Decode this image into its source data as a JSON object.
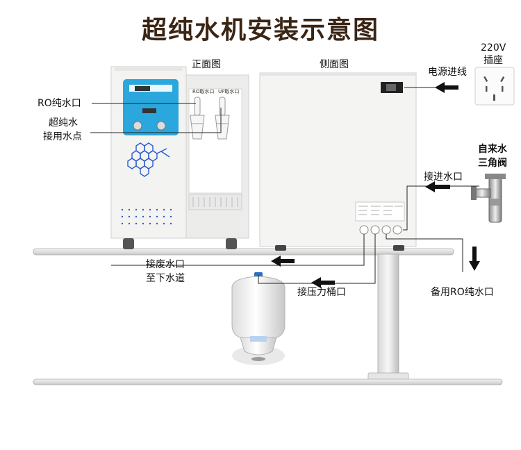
{
  "title": "超纯水机安装示意图",
  "views": {
    "front": "正面图",
    "side": "侧面图"
  },
  "front_panel": {
    "ro_outlet_small": "RO取水口",
    "up_outlet_small": "UP取水口"
  },
  "labels": {
    "ro_outlet": "RO纯水口",
    "ultrapure_line1": "超纯水",
    "ultrapure_line2": "接用水点",
    "socket_voltage": "220V",
    "socket_name": "插座",
    "power_inlet": "电源进线",
    "valve_line1": "自来水",
    "valve_line2": "三角阀",
    "water_inlet": "接进水口",
    "waste_line1": "接废水口",
    "waste_line2": "至下水道",
    "pressure_tank": "接压力桶口",
    "backup_ro": "备用RO纯水口"
  },
  "colors": {
    "title": "#3a2515",
    "panel_blue": "#2aa7dc",
    "arrow": "#111111"
  }
}
